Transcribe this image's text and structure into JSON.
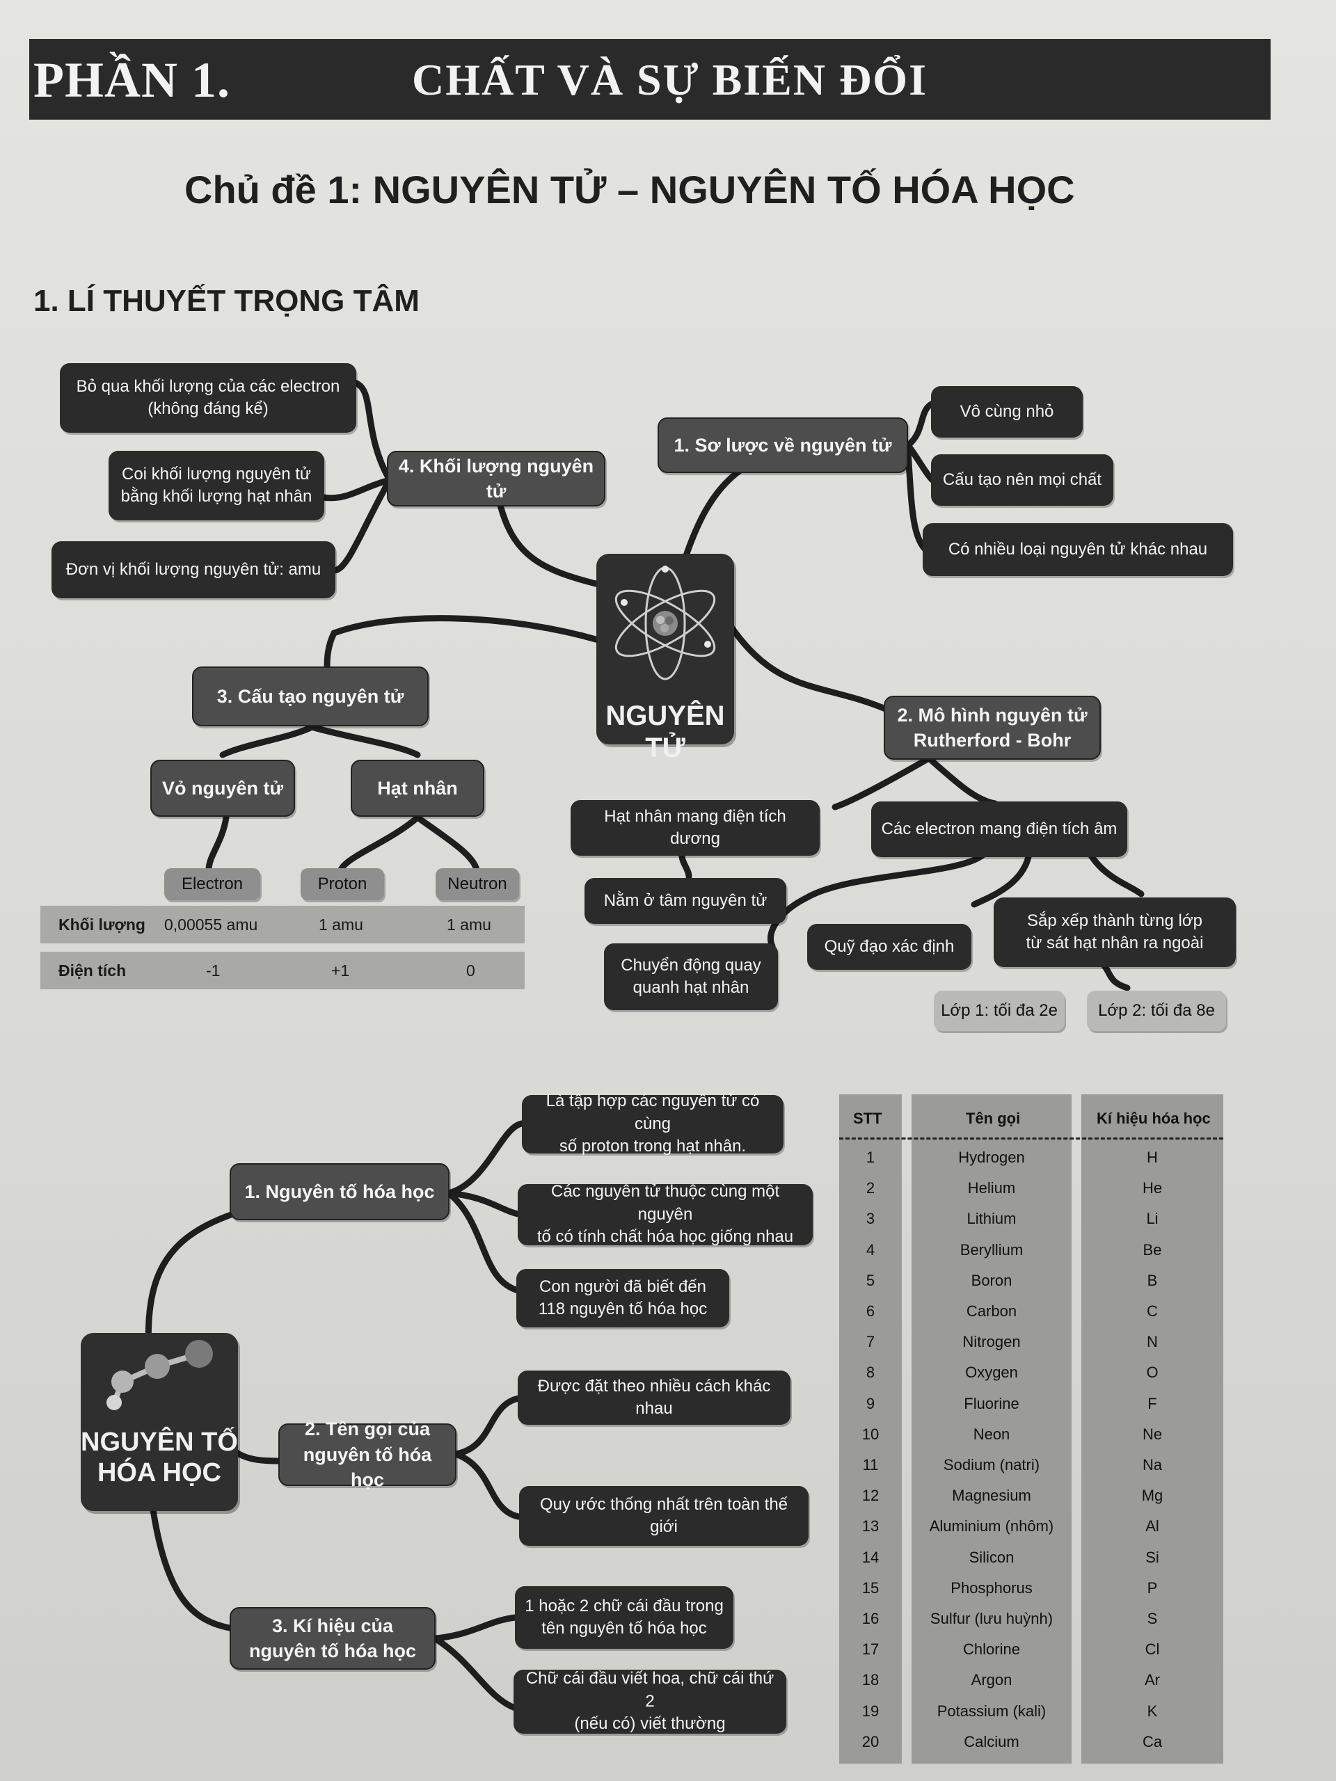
{
  "header": {
    "part": "PHẦN 1.",
    "title": "CHẤT VÀ SỰ BIẾN ĐỔI"
  },
  "topic": "Chủ đề 1: NGUYÊN TỬ – NGUYÊN TỐ HÓA HỌC",
  "section": "1. LÍ THUYẾT TRỌNG TÂM",
  "atom_map": {
    "center": "NGUYÊN TỬ",
    "b1": {
      "title": "1. Sơ lược về nguyên tử",
      "items": [
        "Vô cùng nhỏ",
        "Cấu tạo nên mọi chất",
        "Có nhiều loại nguyên tử khác nhau"
      ]
    },
    "b2": {
      "title": "2. Mô hình nguyên tử\nRutherford - Bohr",
      "nucleus": "Hạt nhân mang điện tích dương",
      "nucleus_items": [
        "Nằm ở tâm nguyên tử"
      ],
      "electrons": "Các electron mang điện tích âm",
      "electron_items": [
        "Chuyển động quay\nquanh hạt nhân",
        "Quỹ đạo xác định",
        "Sắp xếp thành từng lớp\ntừ sát hạt nhân ra ngoài"
      ],
      "layers": [
        "Lớp 1: tối đa 2e",
        "Lớp 2: tối đa 8e"
      ]
    },
    "b3": {
      "title": "3. Cấu tạo nguyên tử",
      "shell": "Vỏ nguyên tử",
      "nucleus": "Hạt nhân",
      "particles": [
        "Electron",
        "Proton",
        "Neutron"
      ]
    },
    "b4": {
      "title": "4. Khối lượng nguyên tử",
      "items": [
        "Bỏ qua khối lượng của các electron\n(không đáng kể)",
        "Coi khối lượng nguyên tử\nbằng khối lượng hạt nhân",
        "Đơn vị khối lượng nguyên tử: amu"
      ]
    }
  },
  "particle_table": {
    "rows": [
      {
        "label": "Khối lượng",
        "values": [
          "0,00055 amu",
          "1 amu",
          "1 amu"
        ]
      },
      {
        "label": "Điện tích",
        "values": [
          "-1",
          "+1",
          "0"
        ]
      }
    ]
  },
  "element_map": {
    "center": "NGUYÊN TỐ\nHÓA HỌC",
    "b1": {
      "title": "1. Nguyên tố hóa học",
      "items": [
        "Là tập hợp các nguyên tử có cùng\nsố proton trong hạt nhân.",
        "Các nguyên tử thuộc cùng một nguyên\ntố có tính chất hóa học giống nhau",
        "Con người đã biết đến\n118 nguyên tố hóa học"
      ]
    },
    "b2": {
      "title": "2. Tên gọi của\nnguyên tố hóa học",
      "items": [
        "Được đặt theo nhiều cách khác nhau",
        "Quy ước thống nhất trên toàn thế giới"
      ]
    },
    "b3": {
      "title": "3. Kí hiệu của\nnguyên tố hóa học",
      "items": [
        "1 hoặc 2 chữ cái đầu trong\ntên nguyên tố hóa học",
        "Chữ cái đầu viết hoa, chữ cái thứ 2\n(nếu có) viết thường"
      ]
    }
  },
  "element_table": {
    "headers": [
      "STT",
      "Tên gọi",
      "Kí hiệu hóa học"
    ],
    "rows": [
      [
        "1",
        "Hydrogen",
        "H"
      ],
      [
        "2",
        "Helium",
        "He"
      ],
      [
        "3",
        "Lithium",
        "Li"
      ],
      [
        "4",
        "Beryllium",
        "Be"
      ],
      [
        "5",
        "Boron",
        "B"
      ],
      [
        "6",
        "Carbon",
        "C"
      ],
      [
        "7",
        "Nitrogen",
        "N"
      ],
      [
        "8",
        "Oxygen",
        "O"
      ],
      [
        "9",
        "Fluorine",
        "F"
      ],
      [
        "10",
        "Neon",
        "Ne"
      ],
      [
        "11",
        "Sodium (natri)",
        "Na"
      ],
      [
        "12",
        "Magnesium",
        "Mg"
      ],
      [
        "13",
        "Aluminium (nhôm)",
        "Al"
      ],
      [
        "14",
        "Silicon",
        "Si"
      ],
      [
        "15",
        "Phosphorus",
        "P"
      ],
      [
        "16",
        "Sulfur (lưu huỳnh)",
        "S"
      ],
      [
        "17",
        "Chlorine",
        "Cl"
      ],
      [
        "18",
        "Argon",
        "Ar"
      ],
      [
        "19",
        "Potassium (kali)",
        "K"
      ],
      [
        "20",
        "Calcium",
        "Ca"
      ]
    ]
  },
  "colors": {
    "banner": "#2a2a2a",
    "node": "#2b2b2b",
    "node_mid": "#4d4d4d",
    "page": "#dcdcd8"
  }
}
